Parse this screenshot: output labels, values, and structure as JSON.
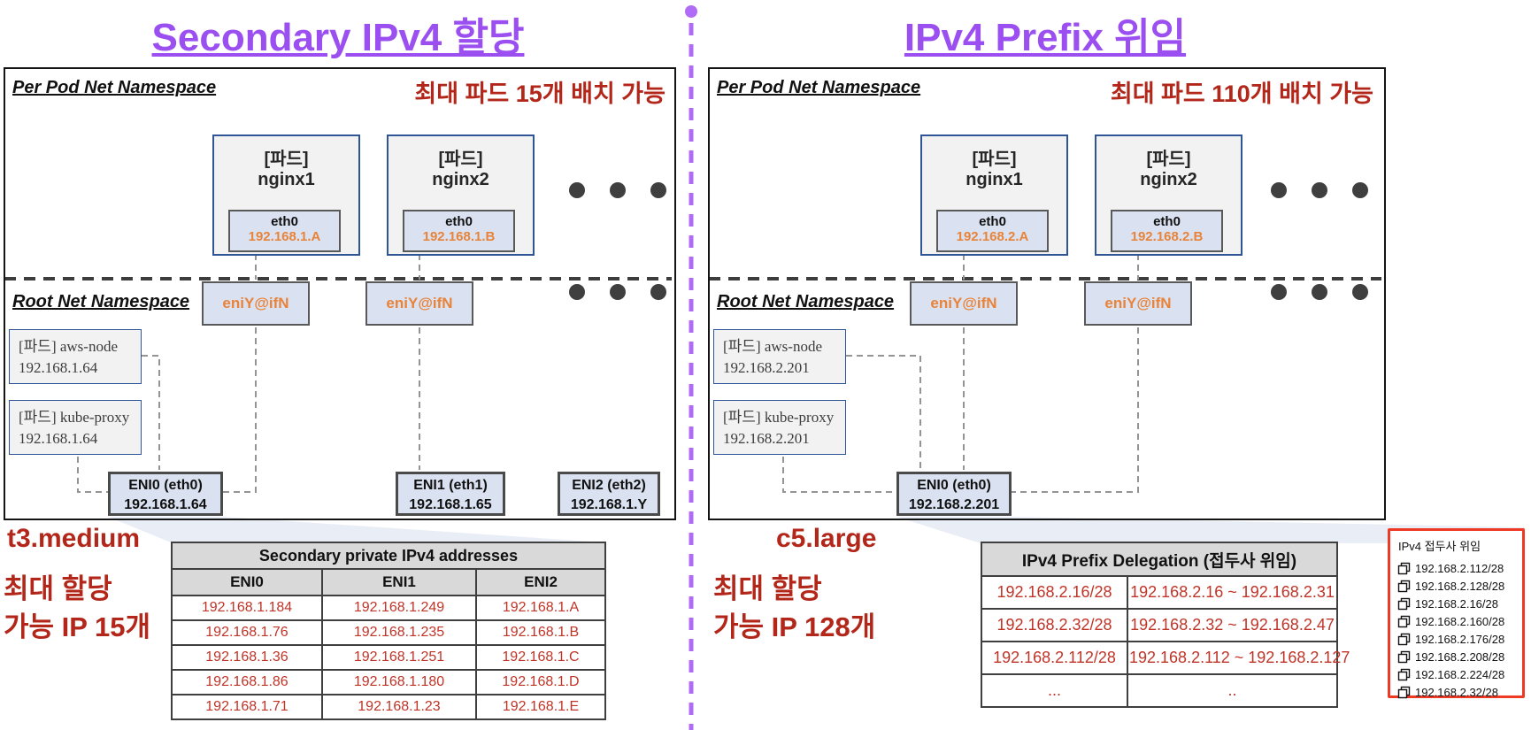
{
  "left": {
    "title": "Secondary IPv4 할당",
    "ns_top": "Per Pod  Net Namespace",
    "ns_root": "Root Net Namespace",
    "note_top": "최대 파드 15개 배치 가능",
    "pods": [
      {
        "tag": "[파드]",
        "name": "nginx1",
        "iface": "eth0",
        "ip": "192.168.1.A"
      },
      {
        "tag": "[파드]",
        "name": "nginx2",
        "iface": "eth0",
        "ip": "192.168.1.B"
      }
    ],
    "virtual_enis": [
      "eniY@ifN",
      "eniY@ifN"
    ],
    "sys_pods": [
      {
        "name": "[파드] aws-node",
        "ip": "192.168.1.64"
      },
      {
        "name": "[파드] kube-proxy",
        "ip": "192.168.1.64"
      }
    ],
    "enis": [
      {
        "name": "ENI0 (eth0)",
        "ip": "192.168.1.64"
      },
      {
        "name": "ENI1 (eth1)",
        "ip": "192.168.1.65"
      },
      {
        "name": "ENI2 (eth2)",
        "ip": "192.168.1.Y"
      }
    ],
    "instance_type": "t3.medium",
    "note_alloc_1": "최대 할당",
    "note_alloc_2": "가능 IP 15개",
    "table": {
      "title": "Secondary private IPv4 addresses",
      "columns": [
        "ENI0",
        "ENI1",
        "ENI2"
      ],
      "rows": [
        [
          "192.168.1.184",
          "192.168.1.249",
          "192.168.1.A"
        ],
        [
          "192.168.1.76",
          "192.168.1.235",
          "192.168.1.B"
        ],
        [
          "192.168.1.36",
          "192.168.1.251",
          "192.168.1.C"
        ],
        [
          "192.168.1.86",
          "192.168.1.180",
          "192.168.1.D"
        ],
        [
          "192.168.1.71",
          "192.168.1.23",
          "192.168.1.E"
        ]
      ]
    }
  },
  "right": {
    "title": "IPv4 Prefix 위임",
    "ns_top": "Per Pod  Net Namespace",
    "ns_root": "Root Net Namespace",
    "note_top": "최대 파드 110개 배치 가능",
    "pods": [
      {
        "tag": "[파드]",
        "name": "nginx1",
        "iface": "eth0",
        "ip": "192.168.2.A"
      },
      {
        "tag": "[파드]",
        "name": "nginx2",
        "iface": "eth0",
        "ip": "192.168.2.B"
      }
    ],
    "virtual_enis": [
      "eniY@ifN",
      "eniY@ifN"
    ],
    "sys_pods": [
      {
        "name": "[파드] aws-node",
        "ip": "192.168.2.201"
      },
      {
        "name": "[파드] kube-proxy",
        "ip": "192.168.2.201"
      }
    ],
    "enis": [
      {
        "name": "ENI0 (eth0)",
        "ip": "192.168.2.201"
      }
    ],
    "instance_type": "c5.large",
    "note_alloc_1": "최대 할당",
    "note_alloc_2": "가능 IP 128개",
    "table": {
      "title": "IPv4 Prefix Delegation (접두사 위임)",
      "rows": [
        [
          "192.168.2.16/28",
          "192.168.2.16 ~ 192.168.2.31"
        ],
        [
          "192.168.2.32/28",
          "192.168.2.32 ~ 192.168.2.47"
        ],
        [
          "192.168.2.112/28",
          "192.168.2.112 ~ 192.168.2.127"
        ],
        [
          "...",
          ".."
        ]
      ]
    },
    "prefix_panel": {
      "title": "IPv4 접두사 위임",
      "items": [
        "192.168.2.112/28",
        "192.168.2.128/28",
        "192.168.2.16/28",
        "192.168.2.160/28",
        "192.168.2.176/28",
        "192.168.2.208/28",
        "192.168.2.224/28",
        "192.168.2.32/28"
      ]
    }
  },
  "colors": {
    "title_purple": "#9B4FF0",
    "divider_purple": "#B06CF7",
    "red_text": "#B3261A",
    "table_red": "#C03428",
    "orange_ip": "#E8833A",
    "pod_border_blue": "#2F5597",
    "eni_fill_blue": "#DAE2F1",
    "box_fill_gray": "#F2F2F2",
    "prefix_panel_border": "#EE3A24",
    "table_header_gray": "#D9D9D9"
  }
}
